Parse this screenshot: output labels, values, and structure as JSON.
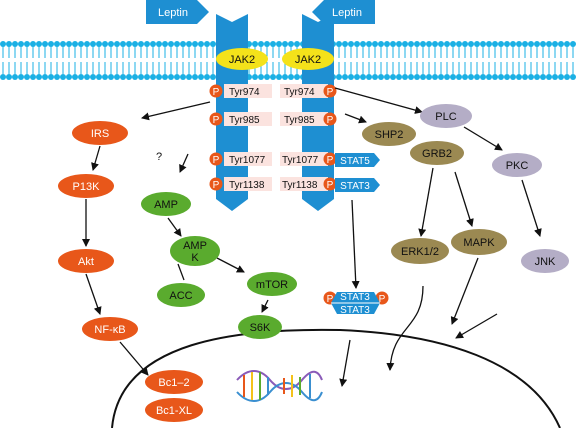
{
  "ligand": "Leptin",
  "receptor_kinase": "JAK2",
  "phospho": "P",
  "tyrosines": [
    "Tyr974",
    "Tyr985",
    "Tyr1077",
    "Tyr1138"
  ],
  "unknown_mark": "?",
  "left_pathway": [
    "IRS",
    "P13K",
    "Akt",
    "NF-κB"
  ],
  "antiapoptotic": [
    "Bc1–2",
    "Bc1-XL"
  ],
  "amp_pathway": {
    "amp": "AMP",
    "ampk_line1": "AMP",
    "ampk_line2": "K",
    "acc": "ACC",
    "mtor": "mTOR",
    "s6k": "S6K"
  },
  "stat": {
    "stat5": "STAT5",
    "stat3": "STAT3"
  },
  "right_pathway": {
    "plc": "PLC",
    "shp2": "SHP2",
    "grb2": "GRB2",
    "pkc": "PKC",
    "erk": "ERK1/2",
    "mapk": "MAPK",
    "jnk": "JNK"
  },
  "colors": {
    "receptor": "#1e8fd2",
    "jak": "#f4e21a",
    "phospho": "#e8571a",
    "orange_node": "#e8571a",
    "green_node": "#5aab2e",
    "olive_node": "#9b8952",
    "lavender_node": "#b4adc6",
    "membrane": "#1bb0e4"
  }
}
